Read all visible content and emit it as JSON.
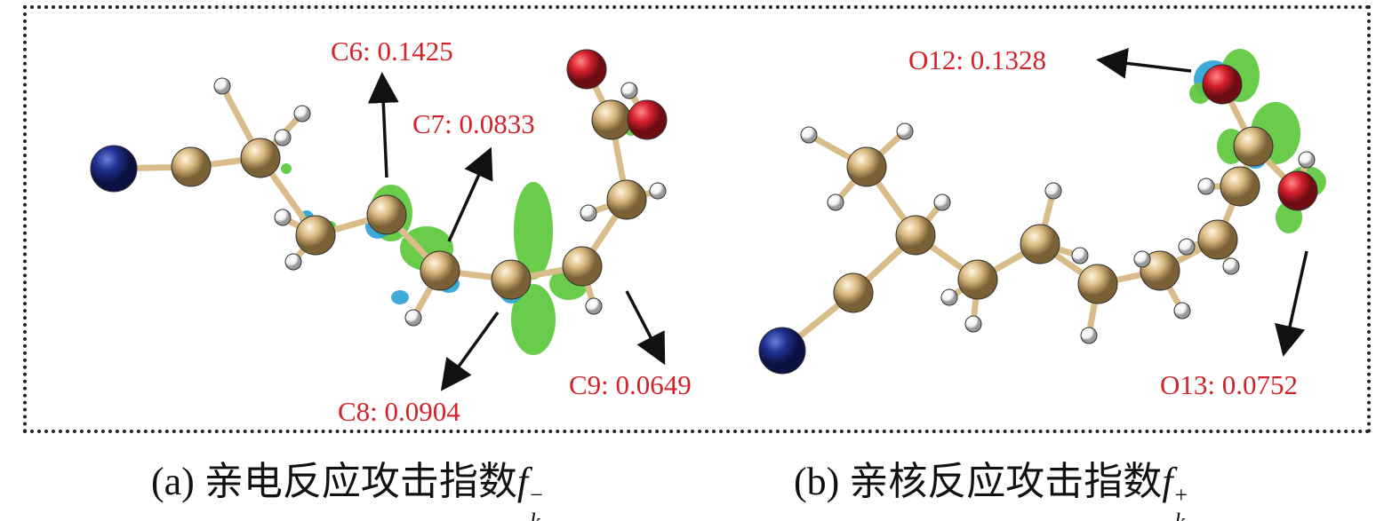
{
  "panel_a": {
    "labels": {
      "c6": "C6: 0.1425",
      "c7": "C7: 0.0833",
      "c8": "C8: 0.0904",
      "c9": "C9: 0.0649"
    },
    "caption": {
      "prefix": "(a) 亲电反应攻击指数",
      "symbol": "f",
      "subscript": "k",
      "superscript": "−"
    }
  },
  "panel_b": {
    "labels": {
      "o12": "O12: 0.1328",
      "o13": "O13: 0.0752"
    },
    "caption": {
      "prefix": "(b) 亲核反应攻击指数",
      "symbol": "f",
      "subscript": "k",
      "superscript": "+"
    }
  },
  "colors": {
    "label": "#d2232a",
    "carbon": "#d9b77f",
    "nitrogen": "#1f2f8f",
    "oxygen": "#d7202e",
    "hydrogen": "#ffffff",
    "lobe_green": "#5cc83c",
    "lobe_blue": "#2ea3d6"
  }
}
